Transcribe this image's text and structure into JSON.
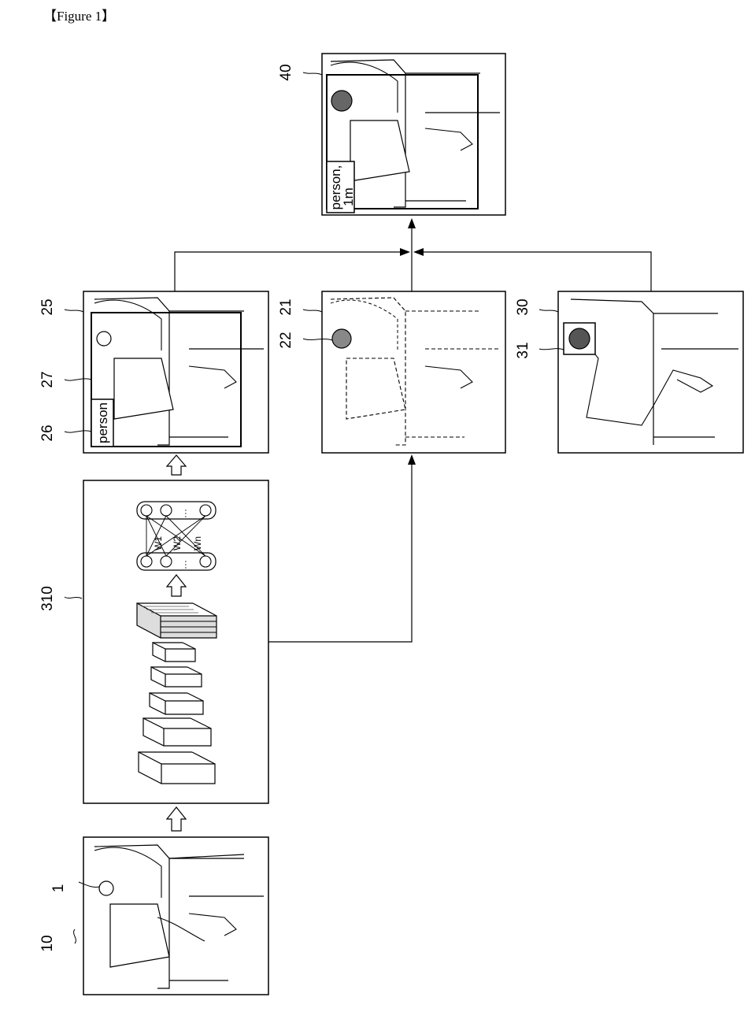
{
  "figure_title": "【Figure 1】",
  "refs": {
    "r1": "1",
    "r10": "10",
    "r21": "21",
    "r22": "22",
    "r25": "25",
    "r26": "26",
    "r27": "27",
    "r30": "30",
    "r31": "31",
    "r40": "40",
    "r310": "310"
  },
  "labels": {
    "person": "person",
    "person_dist_line1": "person,",
    "person_dist_line2": "1m",
    "w1": "W1",
    "w2": "W2",
    "wn": "Wn",
    "dots": "···"
  }
}
